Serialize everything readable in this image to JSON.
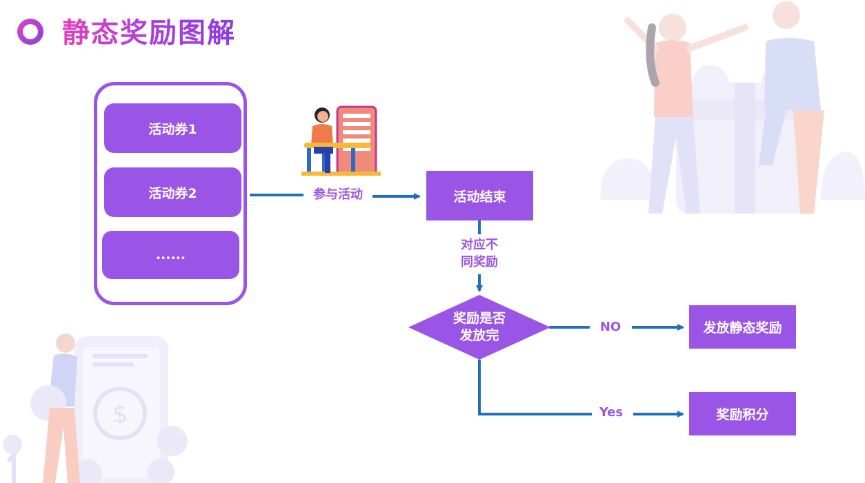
{
  "title": "静态奖励图解",
  "container": {
    "items": [
      "活动券1",
      "活动券2",
      "......"
    ]
  },
  "flow": {
    "join_label": "参与活动",
    "activity_end": "活动结束",
    "map_label_line1": "对应不",
    "map_label_line2": "同奖励",
    "decision_line1": "奖励是否",
    "decision_line2": "发放完",
    "no_label": "NO",
    "yes_label": "Yes",
    "no_result": "发放静态奖励",
    "yes_result": "奖励积分"
  },
  "colors": {
    "purple": "#9b55e6",
    "arrow_blue": "#1f6fc0"
  }
}
